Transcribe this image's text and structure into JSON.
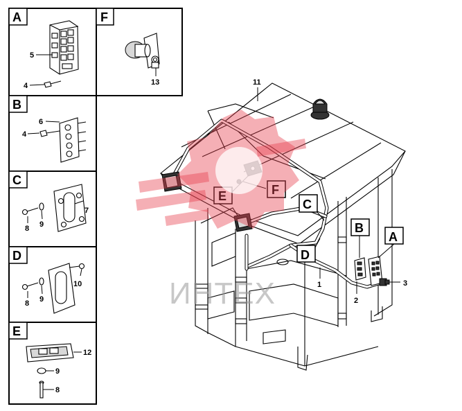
{
  "panels": {
    "A": {
      "tag": "A",
      "labels": {
        "n5": "5",
        "n4": "4"
      }
    },
    "B": {
      "tag": "B",
      "labels": {
        "n6": "6",
        "n4": "4"
      }
    },
    "C": {
      "tag": "C",
      "labels": {
        "n7": "7",
        "n8": "8",
        "n9": "9"
      }
    },
    "D": {
      "tag": "D",
      "labels": {
        "n10": "10",
        "n8": "8",
        "n9": "9"
      }
    },
    "E": {
      "tag": "E",
      "labels": {
        "n12": "12",
        "n9": "9",
        "n8": "8"
      }
    },
    "F": {
      "tag": "F",
      "labels": {
        "n13": "13"
      }
    }
  },
  "main": {
    "callout_tags": {
      "A": "A",
      "B": "B",
      "C": "C",
      "D": "D",
      "E": "E",
      "F": "F"
    },
    "labels": {
      "n11": "11",
      "n1": "1",
      "n2": "2",
      "n3": "3"
    }
  },
  "watermark": {
    "text": "ИНТЕХ",
    "color": "#e8414e"
  }
}
